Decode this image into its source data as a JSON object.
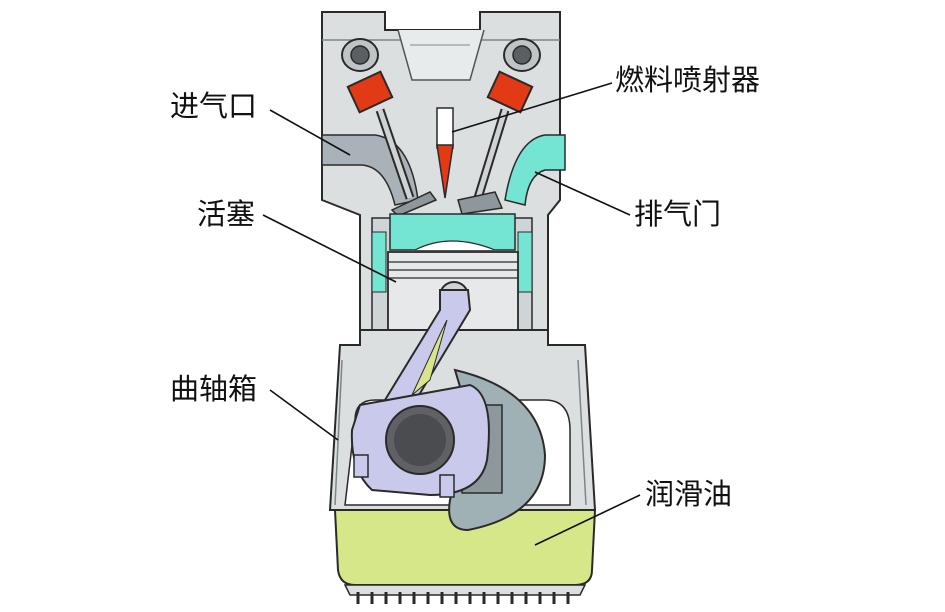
{
  "labels": {
    "intake_port": "进气口",
    "fuel_injector": "燃料喷射器",
    "piston": "活塞",
    "exhaust_valve": "排气门",
    "crankcase": "曲轴箱",
    "lubricating_oil": "润滑油"
  },
  "colors": {
    "block": "#dcdfe0",
    "block_outline": "#2a2a2a",
    "valve_spring": "#e33a16",
    "combustion_chamber": "#74e5d2",
    "exhaust_port": "#74e5d2",
    "intake_port_shade": "#a9b2b8",
    "connecting_rod": "#c9c9ec",
    "crank_counterweight": "#9fb1b4",
    "oil": "#d5e789",
    "injector_tip": "#e33a16"
  },
  "icons": [
    "camshaft-icon",
    "valve-icon",
    "piston-icon",
    "connecting-rod-icon",
    "crankshaft-icon"
  ]
}
